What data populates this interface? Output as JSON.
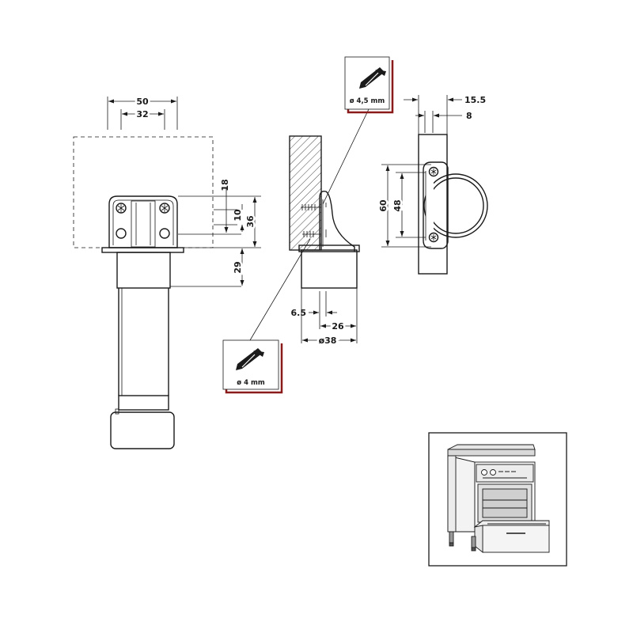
{
  "front_view": {
    "dims": [
      "50",
      "32",
      "18",
      "10",
      "36",
      "29"
    ]
  },
  "side_view": {
    "dims": [
      "6.5",
      "26",
      "ø38"
    ]
  },
  "top_view": {
    "dims": [
      "15.5",
      "8",
      "60",
      "48"
    ]
  },
  "screws": [
    {
      "label": "ø 4,5 mm",
      "icon": "screw-icon"
    },
    {
      "label": "ø 4 mm",
      "icon": "screw-icon"
    }
  ],
  "accent_color": "#8b1a1a",
  "inset": {
    "icon": "cabinet-oven-drawer-icon"
  }
}
